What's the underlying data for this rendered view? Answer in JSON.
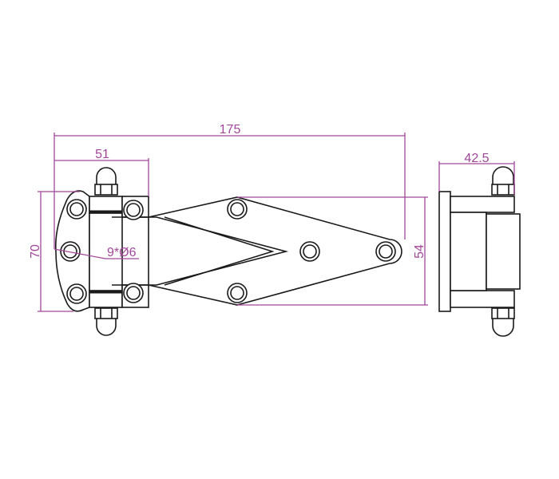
{
  "dimensions": {
    "overall_length": "175",
    "leaf_width": "51",
    "plate_height": "70",
    "wing_height": "54",
    "side_depth": "42.5",
    "holes": "9*Ø6"
  },
  "colors": {
    "dimension": "#a2479a",
    "outline": "#1a1a1a"
  }
}
